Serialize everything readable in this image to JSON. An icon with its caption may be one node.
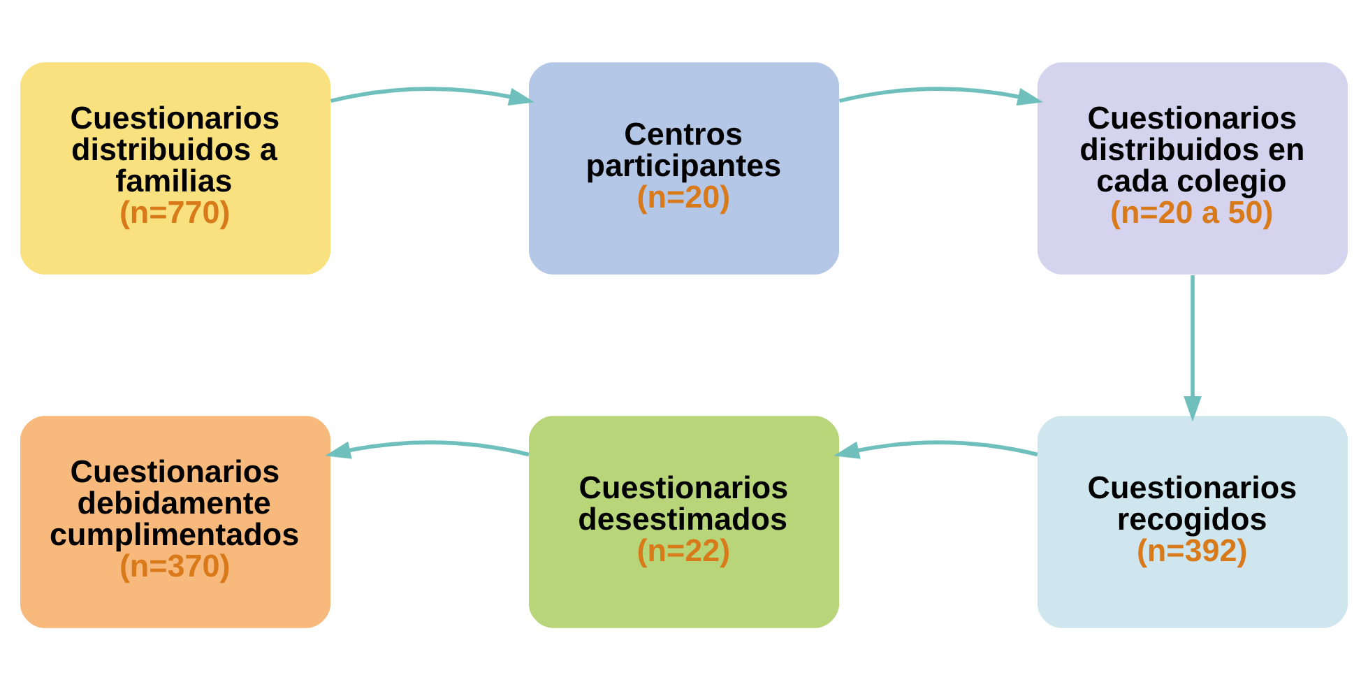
{
  "diagram": {
    "nodes": [
      {
        "text": [
          "Cuestionarios distribuidos a familias",
          "(n=770)"
        ]
      },
      {
        "text": [
          "Centros participantes",
          "(n=20)"
        ]
      },
      {
        "text": [
          "Cuestionarios distribuidos en cada colegio",
          "(n=20 a 50)"
        ]
      },
      {
        "text": [
          "Cuestionarios debidamente cumplimentados",
          "(n=370)"
        ]
      },
      {
        "text": [
          "Cuestionarios desestimados",
          "(n=22)"
        ]
      },
      {
        "text": [
          "Cuestionarios recogidos",
          "(n=392)"
        ]
      }
    ],
    "edges": [
      {
        "from": 0,
        "to": 1,
        "arrow": "to"
      },
      {
        "from": 1,
        "to": 2,
        "arrow": "to"
      },
      {
        "from": 2,
        "to": 5,
        "arrow": "to"
      },
      {
        "from": 5,
        "to": 4,
        "arrow": "to"
      },
      {
        "from": 4,
        "to": 3,
        "arrow": "to"
      }
    ]
  }
}
